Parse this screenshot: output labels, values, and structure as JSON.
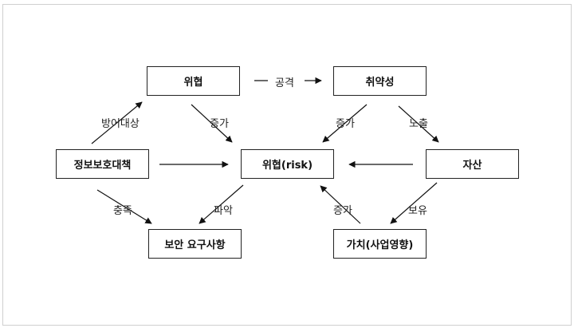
{
  "nodes": {
    "threat": "위협",
    "vulnerability": "취약성",
    "countermeasure": "정보보호대책",
    "risk": "위협(risk)",
    "asset": "자산",
    "requirement": "보안 요구사항",
    "value": "가치(사업영향)"
  },
  "edge_labels": {
    "attack": "공격",
    "defense_target": "방어대상",
    "increase_threat_risk": "증가",
    "increase_vuln_risk": "증가",
    "exposure": "노출",
    "satisfy": "충족",
    "grasp": "파악",
    "increase_value_risk": "증가",
    "possess": "보유"
  },
  "colors": {
    "line": "#111111",
    "border": "#222222",
    "frame": "#cfcfcf"
  }
}
